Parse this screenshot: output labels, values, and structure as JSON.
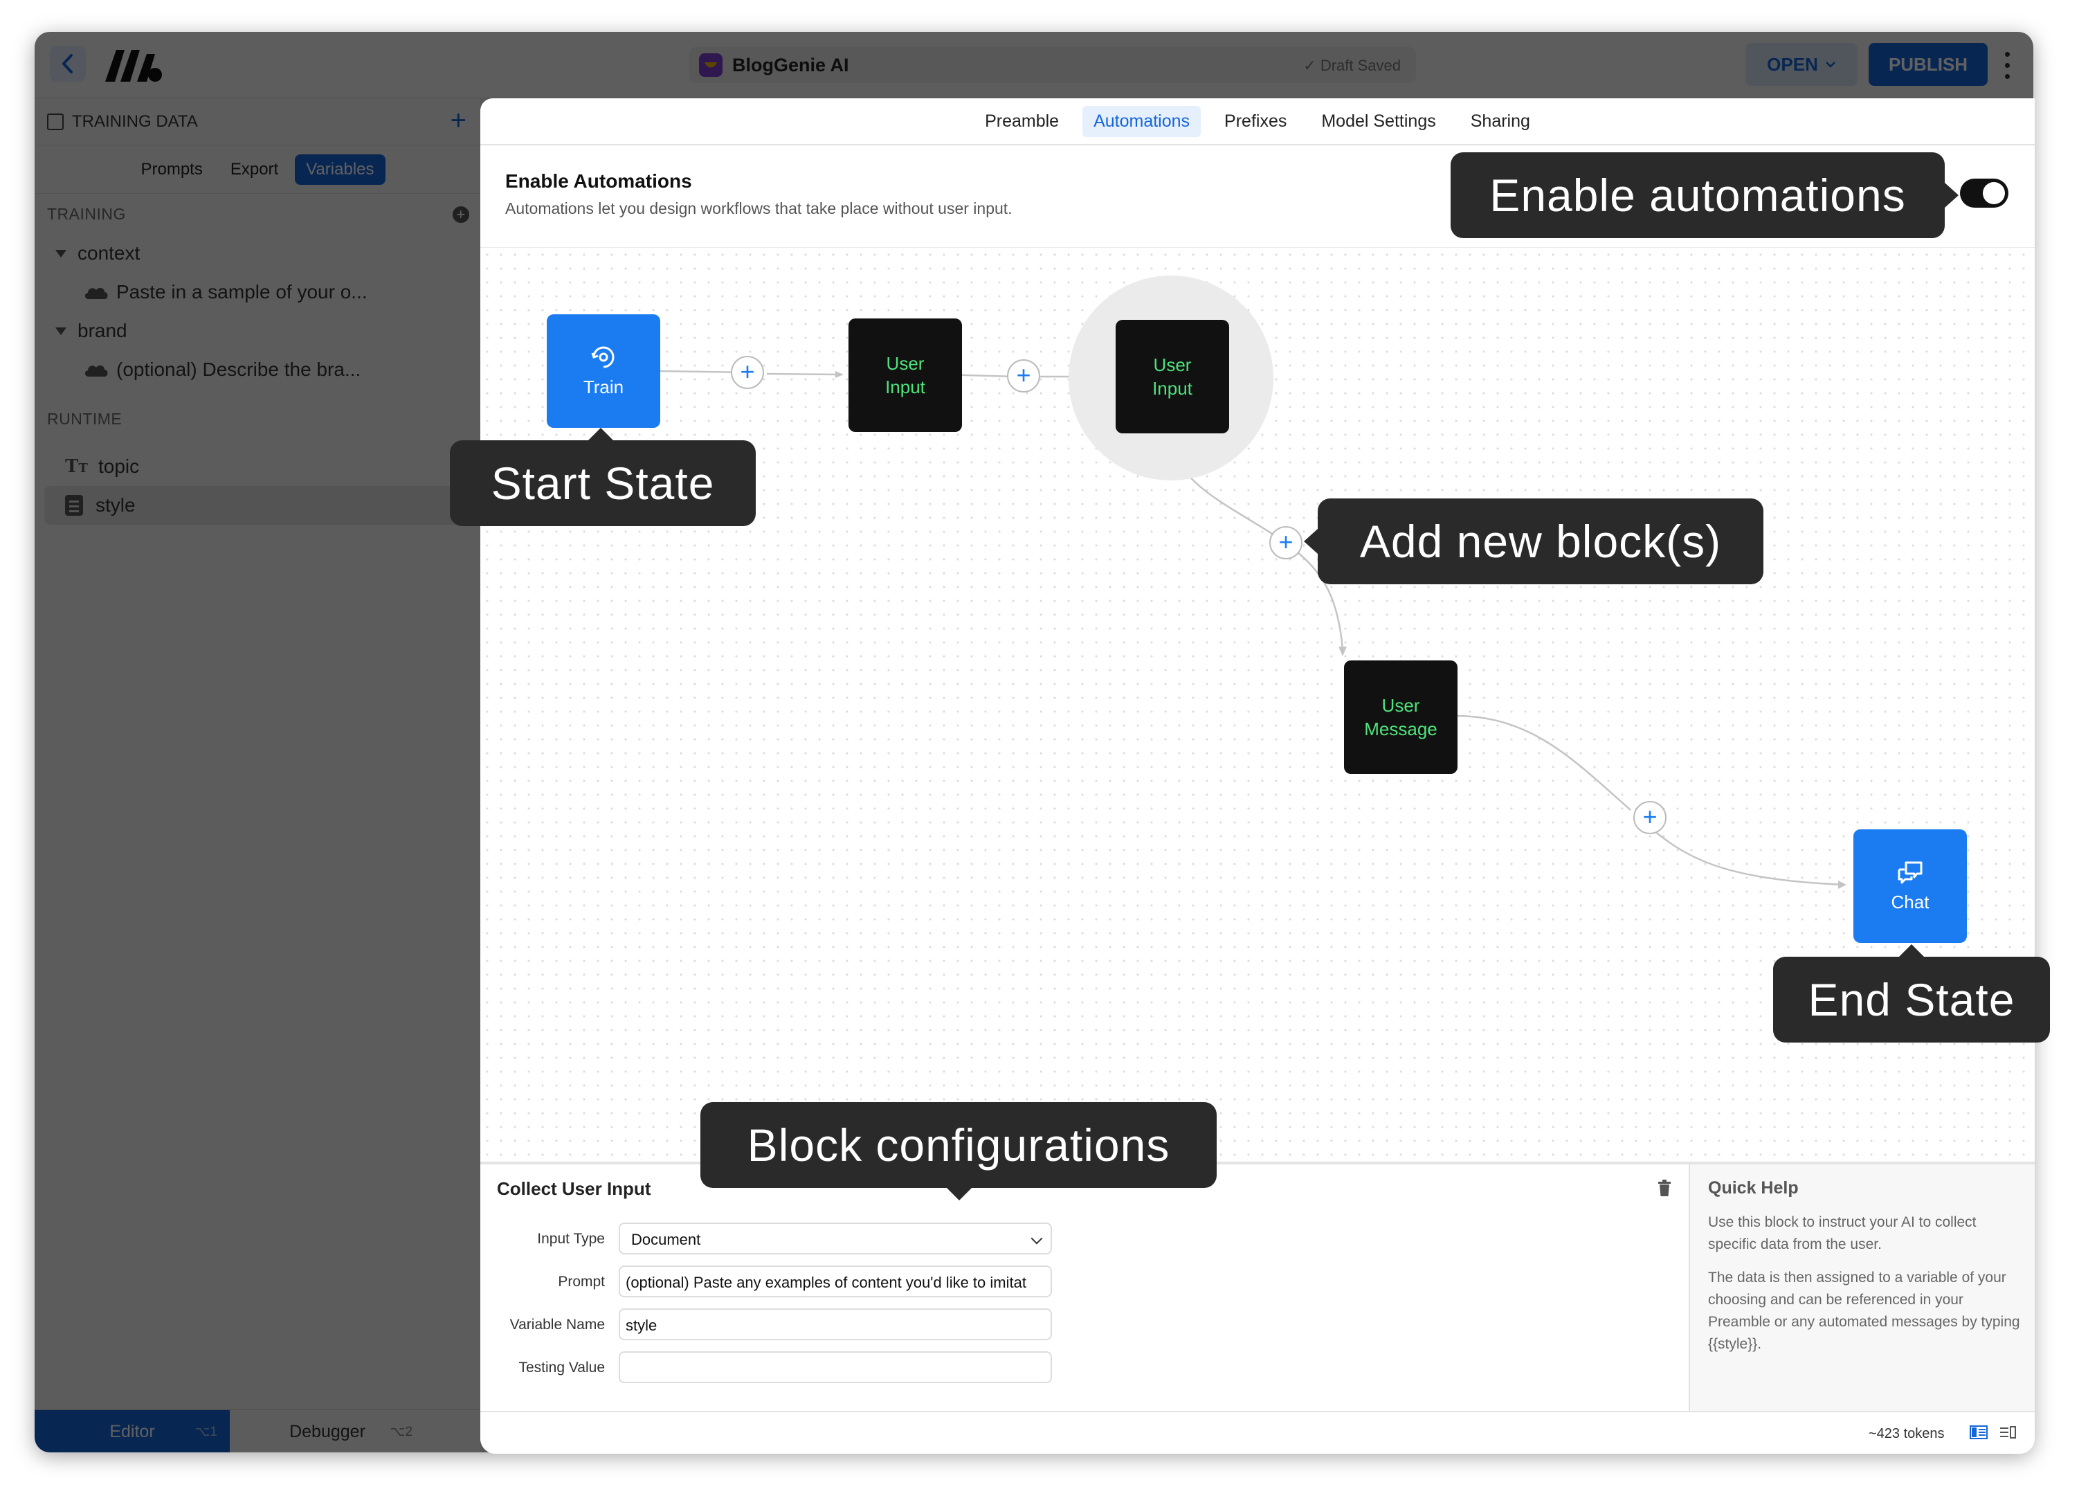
{
  "topbar": {
    "app_title": "BlogGenie AI",
    "draft_status": "✓ Draft Saved",
    "open_label": "OPEN",
    "publish_label": "PUBLISH"
  },
  "sidebar": {
    "header": "TRAINING DATA",
    "tabs": [
      "Prompts",
      "Export",
      "Variables"
    ],
    "active_tab": "Variables",
    "training_label": "TRAINING",
    "training_vars": [
      {
        "name": "context",
        "value": "Paste in a sample of your o..."
      },
      {
        "name": "brand",
        "value": "(optional) Describe the bra..."
      }
    ],
    "runtime_label": "RUNTIME",
    "runtime_vars": [
      {
        "name": "topic",
        "icon": "text-type-icon"
      },
      {
        "name": "style",
        "icon": "document-icon",
        "selected": true
      }
    ],
    "footer": {
      "editor": "Editor",
      "editor_kbd": "⌥1",
      "debugger": "Debugger",
      "debugger_kbd": "⌥2"
    }
  },
  "main": {
    "tabs": [
      "Preamble",
      "Automations",
      "Prefixes",
      "Model Settings",
      "Sharing"
    ],
    "active_tab": "Automations",
    "enable": {
      "title": "Enable Automations",
      "subtitle": "Automations let you design workflows that take place without user input.",
      "enabled": true
    }
  },
  "flow": {
    "nodes": [
      {
        "id": "train",
        "label": "Train",
        "icon": "train-eye-icon",
        "style": "blue"
      },
      {
        "id": "input1",
        "label_1": "User",
        "label_2": "Input",
        "style": "black"
      },
      {
        "id": "input2",
        "label_1": "User",
        "label_2": "Input",
        "style": "black",
        "selected": true
      },
      {
        "id": "message",
        "label_1": "User",
        "label_2": "Message",
        "style": "black"
      },
      {
        "id": "chat",
        "label": "Chat",
        "icon": "chat-bubbles-icon",
        "style": "blue"
      }
    ],
    "add_button_symbol": "+"
  },
  "config": {
    "title": "Collect User Input",
    "fields": {
      "input_type_label": "Input Type",
      "input_type_value": "Document",
      "prompt_label": "Prompt",
      "prompt_value": "(optional) Paste any examples of content you'd like to imitat",
      "variable_label": "Variable Name",
      "variable_value": "style",
      "testing_label": "Testing Value",
      "testing_value": ""
    },
    "quick_help": {
      "title": "Quick Help",
      "p1": "Use this block to instruct your AI to collect specific data from the user.",
      "p2": "The data is then assigned to a variable of your choosing and can be referenced in your Preamble or any automated messages by typing {{style}}."
    }
  },
  "statusbar": {
    "tokens": "~423 tokens"
  },
  "callouts": {
    "start_state": "Start State",
    "enable_automations": "Enable automations",
    "add_new_blocks": "Add new block(s)",
    "end_state": "End State",
    "block_configurations": "Block configurations"
  },
  "colors": {
    "accent": "#1565d8",
    "node_blue": "#1b7cf2",
    "node_black": "#111111",
    "node_text_green": "#4ee37c",
    "callout_bg": "#2a2a2a"
  }
}
